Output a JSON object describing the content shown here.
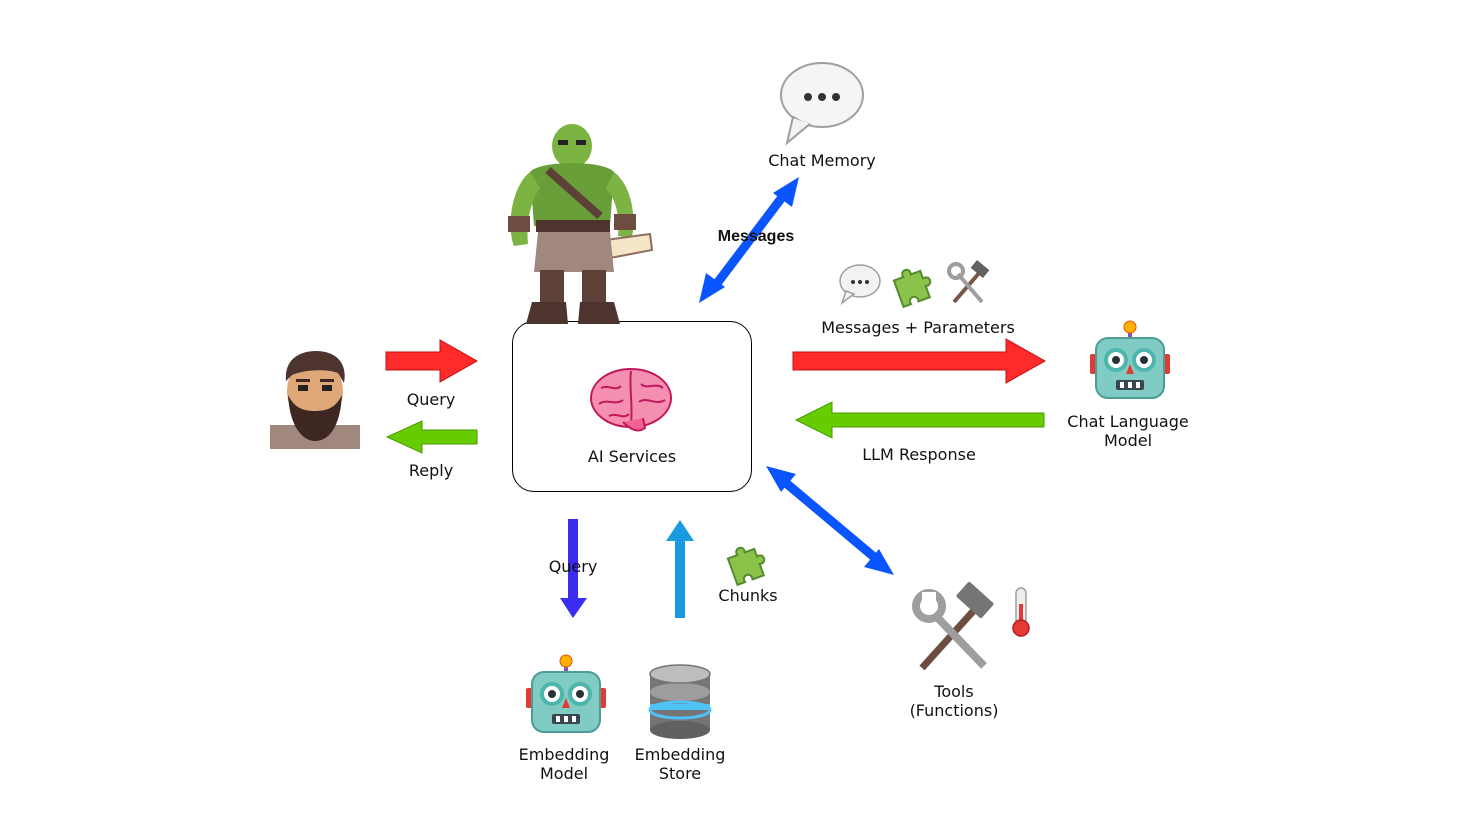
{
  "nodes": {
    "chat_memory": "Chat Memory",
    "ai_services": "AI Services",
    "chat_language_model_line1": "Chat Language",
    "chat_language_model_line2": "Model",
    "tools_line1": "Tools",
    "tools_line2": "(Functions)",
    "embedding_model_line1": "Embedding",
    "embedding_model_line2": "Model",
    "embedding_store_line1": "Embedding",
    "embedding_store_line2": "Store"
  },
  "edges": {
    "user_query": "Query",
    "reply": "Reply",
    "memory_messages": "Messages",
    "messages_parameters": "Messages + Parameters",
    "llm_response": "LLM Response",
    "embedding_query": "Query",
    "chunks": "Chunks"
  },
  "colors": {
    "red_arrow": "#ff2a2a",
    "green_arrow": "#66cc00",
    "blue_arrow": "#0a55ff",
    "indigo_arrow": "#3a2cf0",
    "cyan_arrow": "#1a9ae0"
  },
  "icons": [
    "speech-bubble-icon",
    "orc-character-icon",
    "bearded-user-icon",
    "brain-icon",
    "robot-icon",
    "puzzle-piece-icon",
    "hammer-and-wrench-icon",
    "thermometer-icon",
    "database-icon"
  ]
}
